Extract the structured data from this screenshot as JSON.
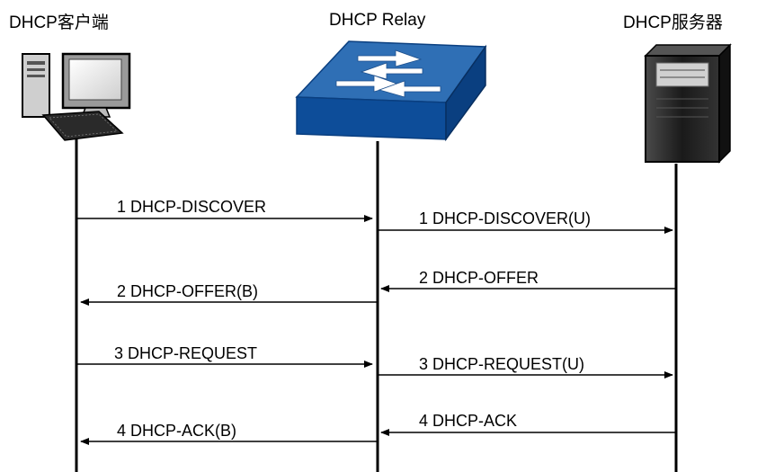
{
  "entities": {
    "client": {
      "label": "DHCP客户端",
      "icon": "desktop-computer-icon"
    },
    "relay": {
      "label": "DHCP Relay",
      "icon": "network-switch-icon"
    },
    "server": {
      "label": "DHCP服务器",
      "icon": "server-tower-icon"
    }
  },
  "messages": [
    {
      "label": "1 DHCP-DISCOVER",
      "from": "client",
      "to": "relay"
    },
    {
      "label": "1 DHCP-DISCOVER(U)",
      "from": "relay",
      "to": "server"
    },
    {
      "label": "2 DHCP-OFFER",
      "from": "server",
      "to": "relay"
    },
    {
      "label": "2 DHCP-OFFER(B)",
      "from": "relay",
      "to": "client"
    },
    {
      "label": "3 DHCP-REQUEST",
      "from": "client",
      "to": "relay"
    },
    {
      "label": "3 DHCP-REQUEST(U)",
      "from": "relay",
      "to": "server"
    },
    {
      "label": "4 DHCP-ACK",
      "from": "server",
      "to": "relay"
    },
    {
      "label": "4 DHCP-ACK(B)",
      "from": "relay",
      "to": "client"
    }
  ],
  "colors": {
    "switch_top": "#2f6fb5",
    "switch_front": "#0d4d99",
    "switch_side": "#0a3f80",
    "server_body": "#1e1e1e",
    "computer_body": "#d9d9d9"
  }
}
